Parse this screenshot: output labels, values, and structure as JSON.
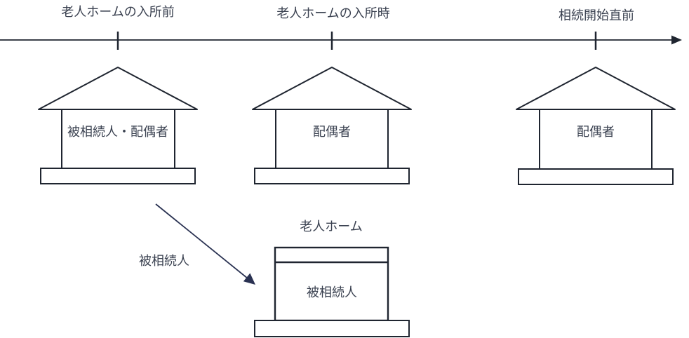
{
  "colors": {
    "line": "#1f2530",
    "text": "#3a4150",
    "arrow": "#2a3252"
  },
  "timeline": {
    "stages": [
      "老人ホームの入所前",
      "老人ホームの入所時",
      "相続開始直前"
    ]
  },
  "houses": [
    {
      "occupant": "被相続人・配偶者"
    },
    {
      "occupant": "配偶者"
    },
    {
      "occupant": "配偶者"
    }
  ],
  "nursing_home": {
    "title": "老人ホーム",
    "occupant": "被相続人"
  },
  "move_arrow": {
    "label": "被相続人"
  }
}
